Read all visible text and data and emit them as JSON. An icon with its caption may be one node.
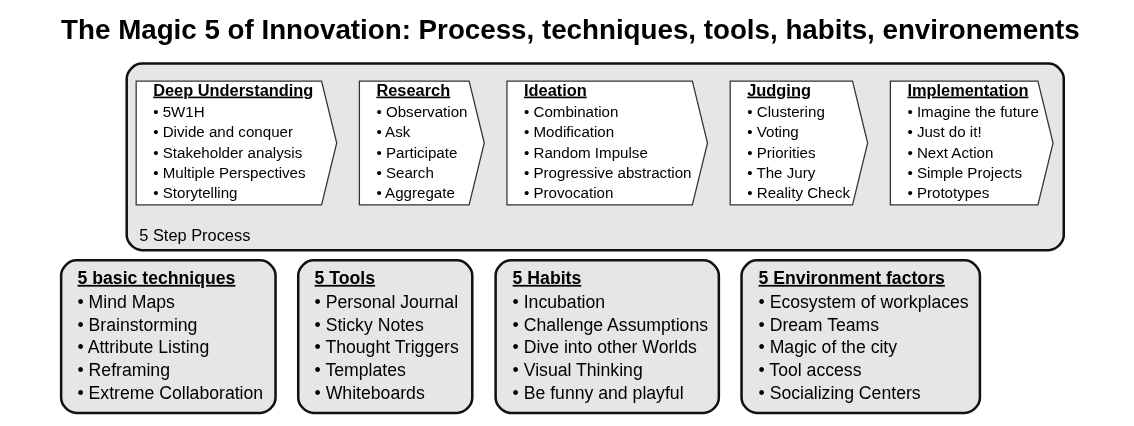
{
  "diagram": {
    "title": "The Magic 5 of Innovation: Process, techniques, tools, habits, environements",
    "nodes": [
      {
        "text": [
          "5 Step Process"
        ]
      },
      {
        "text": [
          "Deep Understanding",
          "• 5W1H",
          "• Divide and conquer",
          "• Stakeholder analysis",
          "• Multiple Perspectives",
          "• Storytelling"
        ],
        "in": 0
      },
      {
        "text": [
          "Research",
          "• Observation",
          "• Ask",
          "• Participate",
          "• Search",
          "• Aggregate"
        ],
        "in": 0
      },
      {
        "text": [
          "Ideation",
          "• Combination",
          "• Modification",
          "• Random Impulse",
          "• Progressive abstraction",
          "• Provocation"
        ],
        "in": 0
      },
      {
        "text": [
          "Judging",
          "• Clustering",
          "• Voting",
          "• Priorities",
          "• The Jury",
          "• Reality Check"
        ],
        "in": 0
      },
      {
        "text": [
          "Implementation",
          "• Imagine the future",
          "• Just do it!",
          "• Next Action",
          "• Simple Projects",
          "• Prototypes"
        ],
        "in": 0
      },
      {
        "text": [
          "5 basic techniques",
          "• Mind Maps",
          "• Brainstorming",
          "• Attribute Listing",
          "• Reframing",
          "• Extreme Collaboration"
        ]
      },
      {
        "text": [
          "5 Tools",
          "• Personal Journal",
          "• Sticky Notes",
          "• Thought Triggers",
          "• Templates",
          "• Whiteboards"
        ]
      },
      {
        "text": [
          "5 Habits",
          "• Incubation",
          "• Challenge Assumptions",
          "• Dive into other Worlds",
          "• Visual Thinking",
          "• Be funny and playful"
        ]
      },
      {
        "text": [
          "5 Environment factors",
          "• Ecosystem of workplaces",
          "• Dream Teams",
          "• Magic of the city",
          "• Tool access",
          "• Socializing Centers"
        ]
      }
    ],
    "edges": []
  }
}
